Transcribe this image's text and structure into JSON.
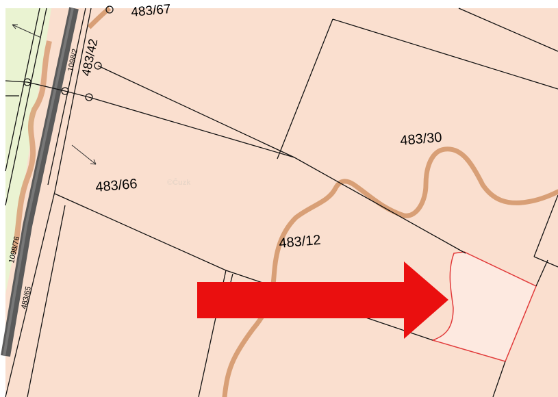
{
  "parcels": {
    "main": [
      "483/30",
      "483/66",
      "483/12"
    ],
    "top": "483/67",
    "small_rotated": [
      "483/42",
      "1098/2",
      "1098/76",
      "483/65"
    ]
  },
  "watermark": "©Ĉuzk",
  "colors": {
    "parcel_fill": "#fadfcf",
    "strip_fill": "#eaf3d2",
    "road_dark": "#505050",
    "contour": "#d89f76",
    "boundary": "#111111",
    "highlight_fill": "#fde9e0",
    "highlight_outline": "#e13a3a",
    "arrow": "#ea0f0f"
  },
  "icons": [
    "vertex-marker-icon",
    "direction-arrow-icon",
    "pointer-arrow-icon"
  ]
}
